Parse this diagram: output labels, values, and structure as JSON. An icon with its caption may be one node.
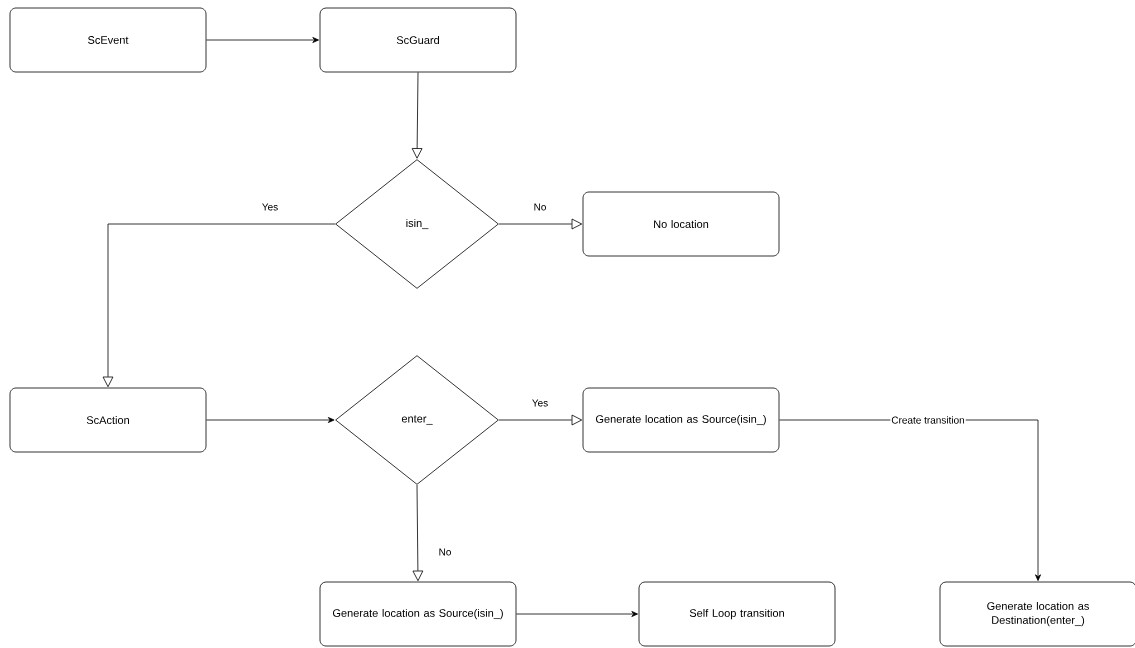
{
  "diagram": {
    "nodes": [
      {
        "text": [
          "ScEvent"
        ]
      },
      {
        "text": [
          "ScGuard"
        ]
      },
      {
        "text": [
          "isin_"
        ]
      },
      {
        "text": [
          "No location"
        ]
      },
      {
        "text": [
          "ScAction"
        ]
      },
      {
        "text": [
          "enter_"
        ]
      },
      {
        "text": [
          "Generate location as Source(isin_)"
        ]
      },
      {
        "text": [
          "Generate location as Source(isin_)"
        ]
      },
      {
        "text": [
          "Self Loop transition"
        ]
      },
      {
        "text": [
          "Generate location as Destination(enter_)"
        ]
      }
    ],
    "edges": [
      {
        "from": 0,
        "to": 1,
        "arrow": "to"
      },
      {
        "from": 1,
        "to": 2,
        "arrow": "to"
      },
      {
        "from": 2,
        "to": 3,
        "arrow": "to",
        "label": "No"
      },
      {
        "from": 2,
        "to": 4,
        "arrow": "to",
        "label": "Yes"
      },
      {
        "from": 4,
        "to": 5,
        "arrow": "to"
      },
      {
        "from": 5,
        "to": 6,
        "arrow": "to",
        "label": "Yes"
      },
      {
        "from": 5,
        "to": 7,
        "arrow": "to",
        "label": "No"
      },
      {
        "from": 7,
        "to": 8,
        "arrow": "to"
      },
      {
        "from": 6,
        "to": 9,
        "arrow": "to",
        "label": "Create transition"
      }
    ]
  }
}
